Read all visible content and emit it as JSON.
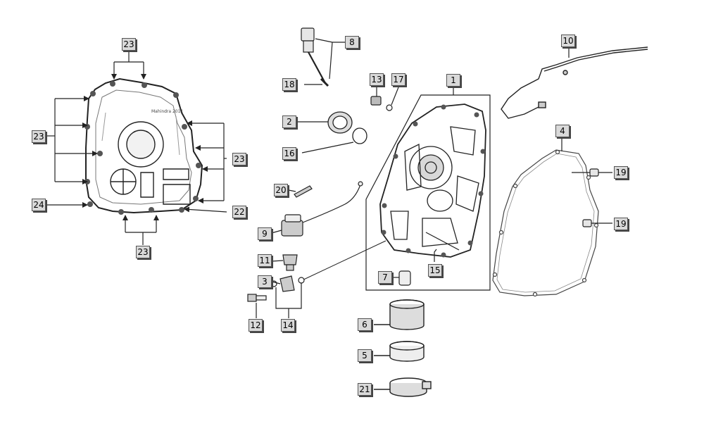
{
  "callouts": {
    "c1": "1",
    "c2": "2",
    "c3": "3",
    "c4": "4",
    "c5": "5",
    "c6": "6",
    "c7": "7",
    "c8": "8",
    "c9": "9",
    "c10": "10",
    "c11": "11",
    "c12": "12",
    "c13": "13",
    "c14": "14",
    "c15": "15",
    "c16": "16",
    "c17": "17",
    "c18": "18",
    "c19a": "19",
    "c19b": "19",
    "c20": "20",
    "c21": "21",
    "c22": "22",
    "c23top": "23",
    "c23left": "23",
    "c23right": "23",
    "c23bottom": "23",
    "c24": "24"
  },
  "embossed_text": "Mahindra 2011"
}
